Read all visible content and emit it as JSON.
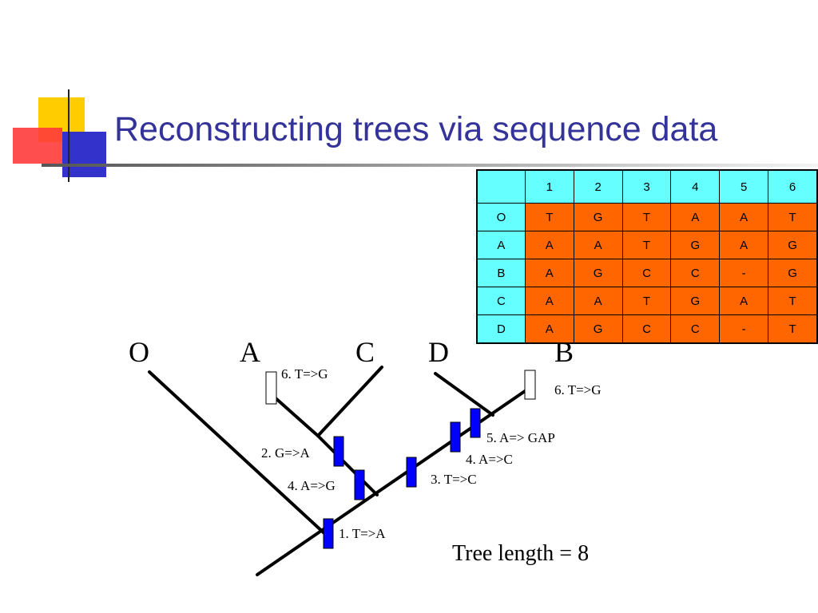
{
  "slide": {
    "title": "Reconstructing trees via sequence data",
    "logo_colors": {
      "yellow": "#ffcc00",
      "red": "#ff3333",
      "blue": "#3333cc"
    }
  },
  "table": {
    "columns": [
      "",
      "1",
      "2",
      "3",
      "4",
      "5",
      "6"
    ],
    "rows": [
      {
        "taxon": "O",
        "cells": [
          "T",
          "G",
          "T",
          "A",
          "A",
          "T"
        ]
      },
      {
        "taxon": "A",
        "cells": [
          "A",
          "A",
          "T",
          "G",
          "A",
          "G"
        ]
      },
      {
        "taxon": "B",
        "cells": [
          "A",
          "G",
          "C",
          "C",
          "-",
          "G"
        ]
      },
      {
        "taxon": "C",
        "cells": [
          "A",
          "A",
          "T",
          "G",
          "A",
          "T"
        ]
      },
      {
        "taxon": "D",
        "cells": [
          "A",
          "G",
          "C",
          "C",
          "-",
          "T"
        ]
      }
    ],
    "header_color": "#66ffff",
    "cell_color": "#ff6600"
  },
  "tree": {
    "taxa": [
      "O",
      "A",
      "C",
      "D",
      "B"
    ],
    "mutation_labels": [
      "6. T=>G",
      "6. T=>G",
      "5. A=> GAP",
      "4. A=>C",
      "3. T=>C",
      "2. G=>A",
      "4. A=>G",
      "1. T=>A"
    ],
    "tree_length_label": "Tree length = 8",
    "mark_color": "#0000ff"
  }
}
